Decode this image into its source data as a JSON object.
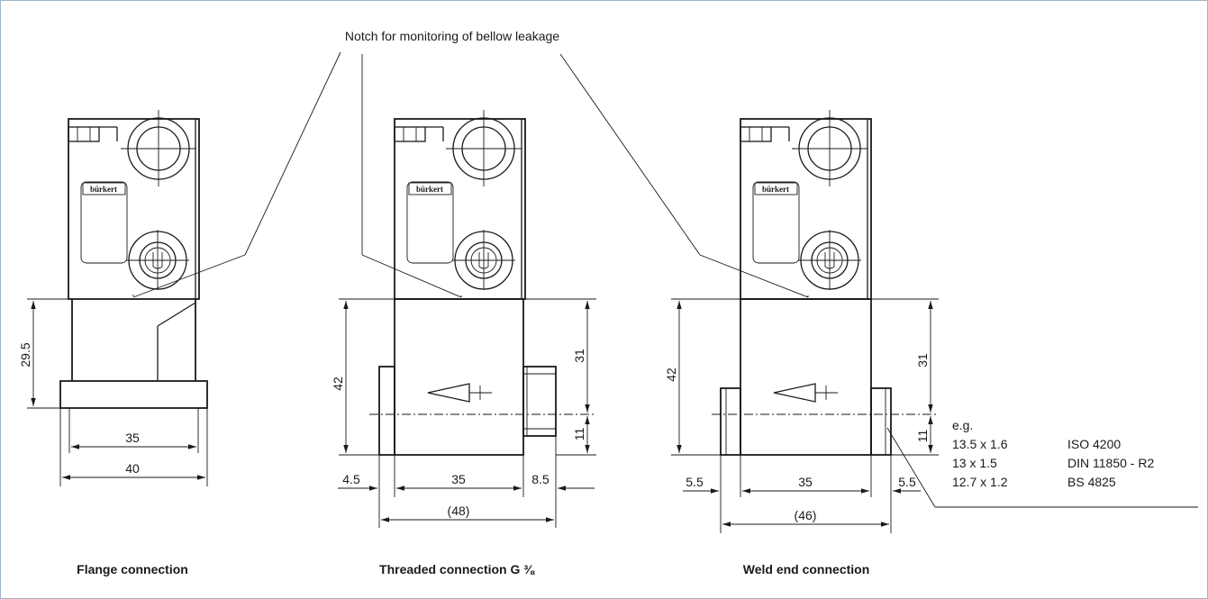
{
  "colors": {
    "border": "#9fb3c8",
    "line": "#1a1a1a"
  },
  "callout": "Notch for monitoring of bellow leakage",
  "logo_text": "bürkert",
  "views": [
    {
      "caption": "Flange connection",
      "dims": {
        "height": "29.5",
        "inner": "35",
        "outer": "40"
      }
    },
    {
      "caption": "Threaded connection G ⅜",
      "dims": {
        "height": "42",
        "upper": "31",
        "lower": "11",
        "left": "4.5",
        "center": "35",
        "right": "8.5",
        "overall": "(48)"
      }
    },
    {
      "caption": "Weld end connection",
      "dims": {
        "height": "42",
        "upper": "31",
        "lower": "11",
        "left": "5.5",
        "center": "35",
        "right": "5.5",
        "overall": "(46)"
      }
    }
  ],
  "weld_table": {
    "title": "e.g.",
    "rows": [
      {
        "size": "13.5 x 1.6",
        "standard": "ISO 4200"
      },
      {
        "size": "13 x 1.5",
        "standard": "DIN 11850 - R2"
      },
      {
        "size": "12.7 x 1.2",
        "standard": "BS 4825"
      }
    ]
  }
}
